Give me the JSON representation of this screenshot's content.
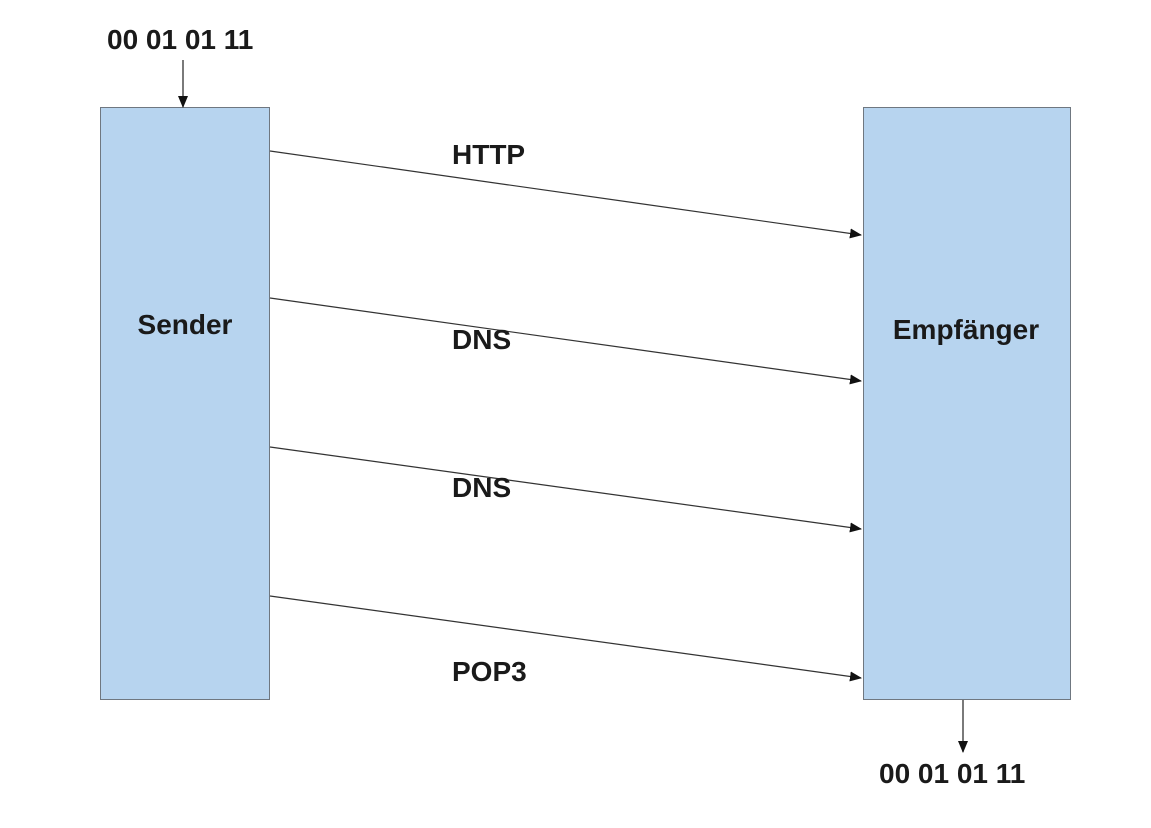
{
  "input_bits": "00 01 01 11",
  "output_bits": "00 01 01 11",
  "sender": {
    "label": "Sender"
  },
  "receiver": {
    "label": "Empfänger"
  },
  "connections": [
    {
      "label": "HTTP"
    },
    {
      "label": "DNS"
    },
    {
      "label": "DNS"
    },
    {
      "label": "POP3"
    }
  ],
  "colors": {
    "box_fill": "#b7d4ef",
    "box_border": "#6f7780",
    "line": "#333333",
    "text": "#1a1a1a"
  }
}
